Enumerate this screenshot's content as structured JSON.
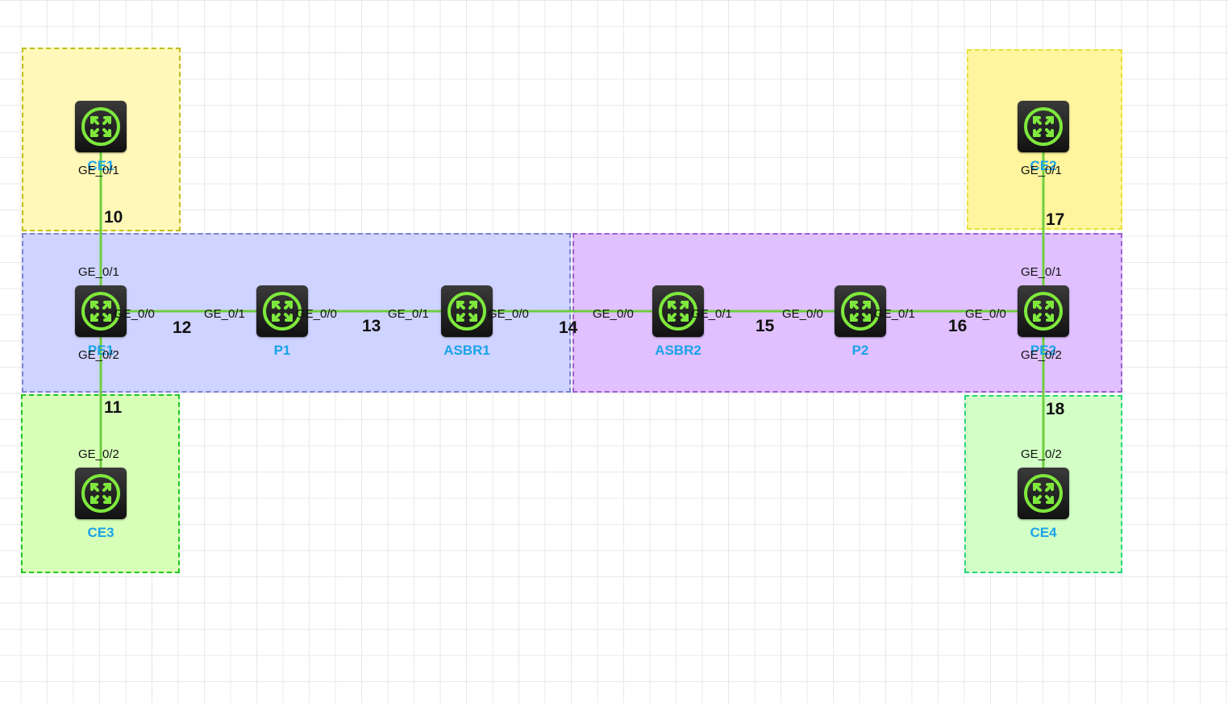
{
  "colors": {
    "link": "#6fce3e",
    "device_label": "#1aa3e8",
    "router_body": "#1a1a1a",
    "router_icon": "#7ee83c"
  },
  "devices": {
    "ce1": {
      "name": "CE1",
      "icon": "router-icon"
    },
    "ce2": {
      "name": "CE2",
      "icon": "router-icon"
    },
    "pe1": {
      "name": "PE1",
      "icon": "router-icon"
    },
    "p1": {
      "name": "P1",
      "icon": "router-icon"
    },
    "asbr1": {
      "name": "ASBR1",
      "icon": "router-icon"
    },
    "asbr2": {
      "name": "ASBR2",
      "icon": "router-icon"
    },
    "p2": {
      "name": "P2",
      "icon": "router-icon"
    },
    "pe2": {
      "name": "PE2",
      "icon": "router-icon"
    },
    "ce3": {
      "name": "CE3",
      "icon": "router-icon"
    },
    "ce4": {
      "name": "CE4",
      "icon": "router-icon"
    }
  },
  "links": [
    {
      "id": "10",
      "label": "10",
      "a": "ce1",
      "a_port": "GE_0/1",
      "b": "pe1",
      "b_port": "GE_0/1"
    },
    {
      "id": "11",
      "label": "11",
      "a": "pe1",
      "a_port": "GE_0/2",
      "b": "ce3",
      "b_port": "GE_0/2"
    },
    {
      "id": "12",
      "label": "12",
      "a": "pe1",
      "a_port": "GE_0/0",
      "b": "p1",
      "b_port": "GE_0/1"
    },
    {
      "id": "13",
      "label": "13",
      "a": "p1",
      "a_port": "GE_0/0",
      "b": "asbr1",
      "b_port": "GE_0/1"
    },
    {
      "id": "14",
      "label": "14",
      "a": "asbr1",
      "a_port": "GE_0/0",
      "b": "asbr2",
      "b_port": "GE_0/0"
    },
    {
      "id": "15",
      "label": "15",
      "a": "asbr2",
      "a_port": "GE_0/1",
      "b": "p2",
      "b_port": "GE_0/0"
    },
    {
      "id": "16",
      "label": "16",
      "a": "p2",
      "a_port": "GE_0/1",
      "b": "pe2",
      "b_port": "GE_0/0"
    },
    {
      "id": "17",
      "label": "17",
      "a": "ce2",
      "a_port": "GE_0/1",
      "b": "pe2",
      "b_port": "GE_0/1"
    },
    {
      "id": "18",
      "label": "18",
      "a": "pe2",
      "a_port": "GE_0/2",
      "b": "ce4",
      "b_port": "GE_0/2"
    }
  ]
}
